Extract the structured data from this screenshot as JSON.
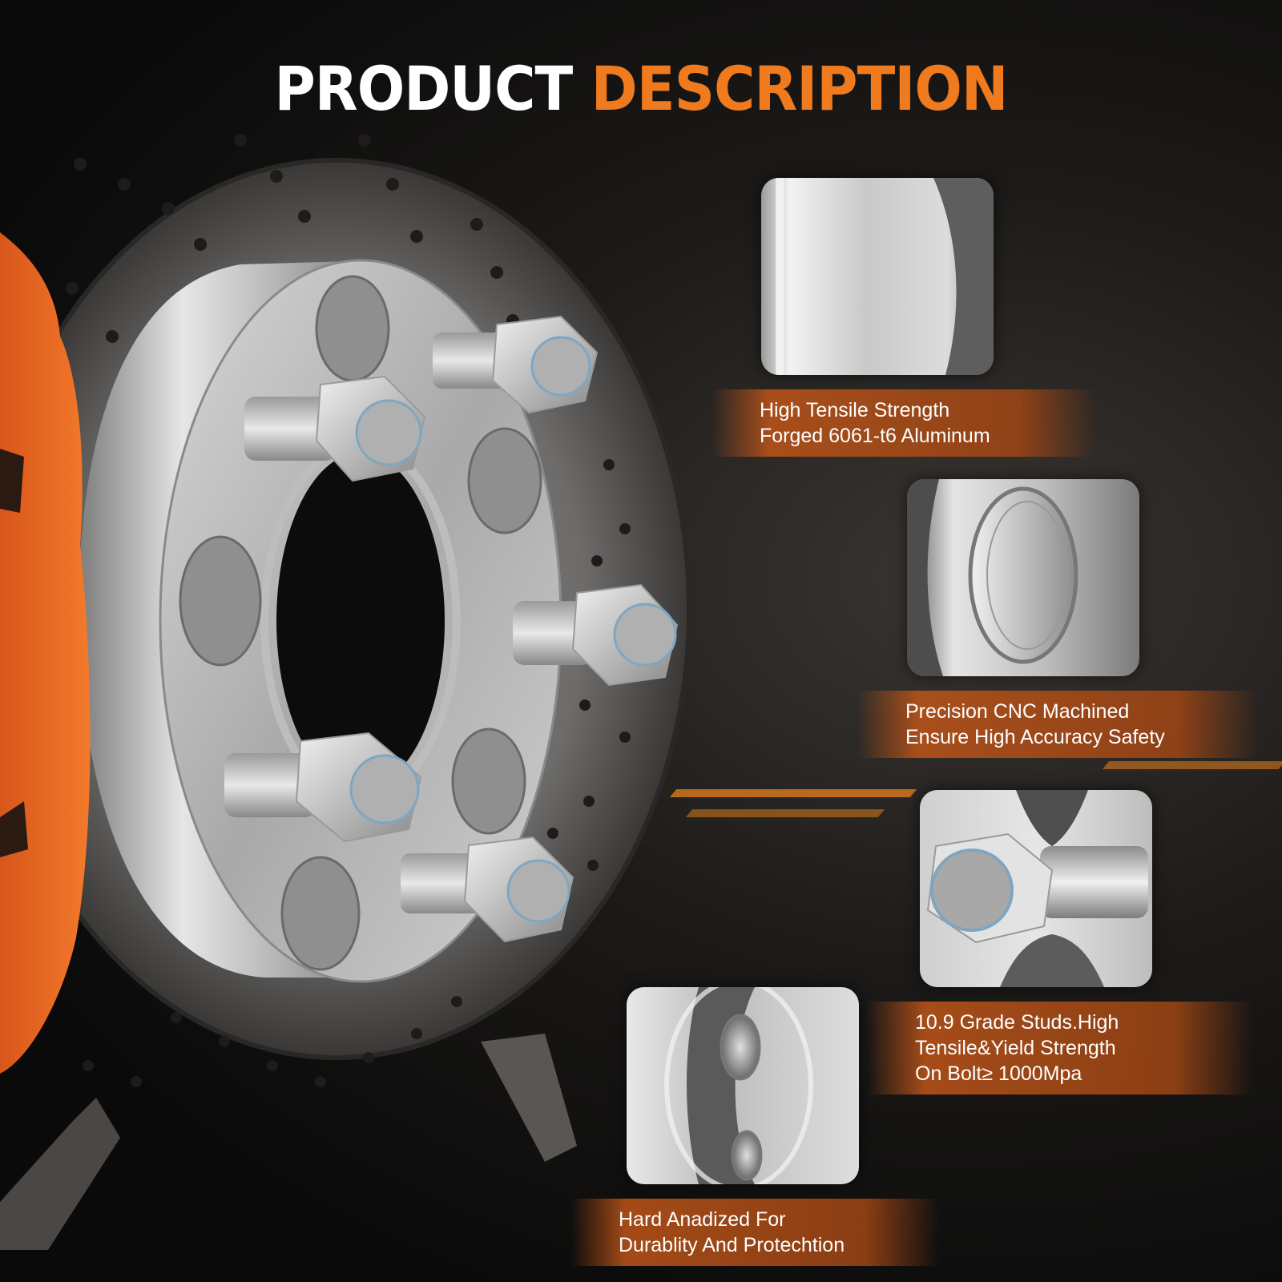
{
  "header": {
    "title_white": "PRODUCT",
    "title_orange": "DESCRIPTION"
  },
  "colors": {
    "accent": "#f07a1e",
    "caption_bg": "#b65519",
    "metal": "#c8c8c8"
  },
  "features": [
    {
      "line1": "High Tensile Strength",
      "line2": "Forged 6061-t6 Aluminum",
      "icon": "aluminum-edge-closeup-icon"
    },
    {
      "line1": "Precision CNC Machined",
      "line2": "Ensure High Accuracy Safety",
      "icon": "cnc-bore-closeup-icon"
    },
    {
      "line1": "10.9 Grade Studs.High",
      "line2": "Tensile&Yield Strength",
      "line3": "On Bolt≥ 1000Mpa",
      "icon": "stud-nut-closeup-icon"
    },
    {
      "line1": "Hard Anadized For",
      "line2": "Durablity And Protechtion",
      "icon": "anodized-face-closeup-icon"
    }
  ]
}
